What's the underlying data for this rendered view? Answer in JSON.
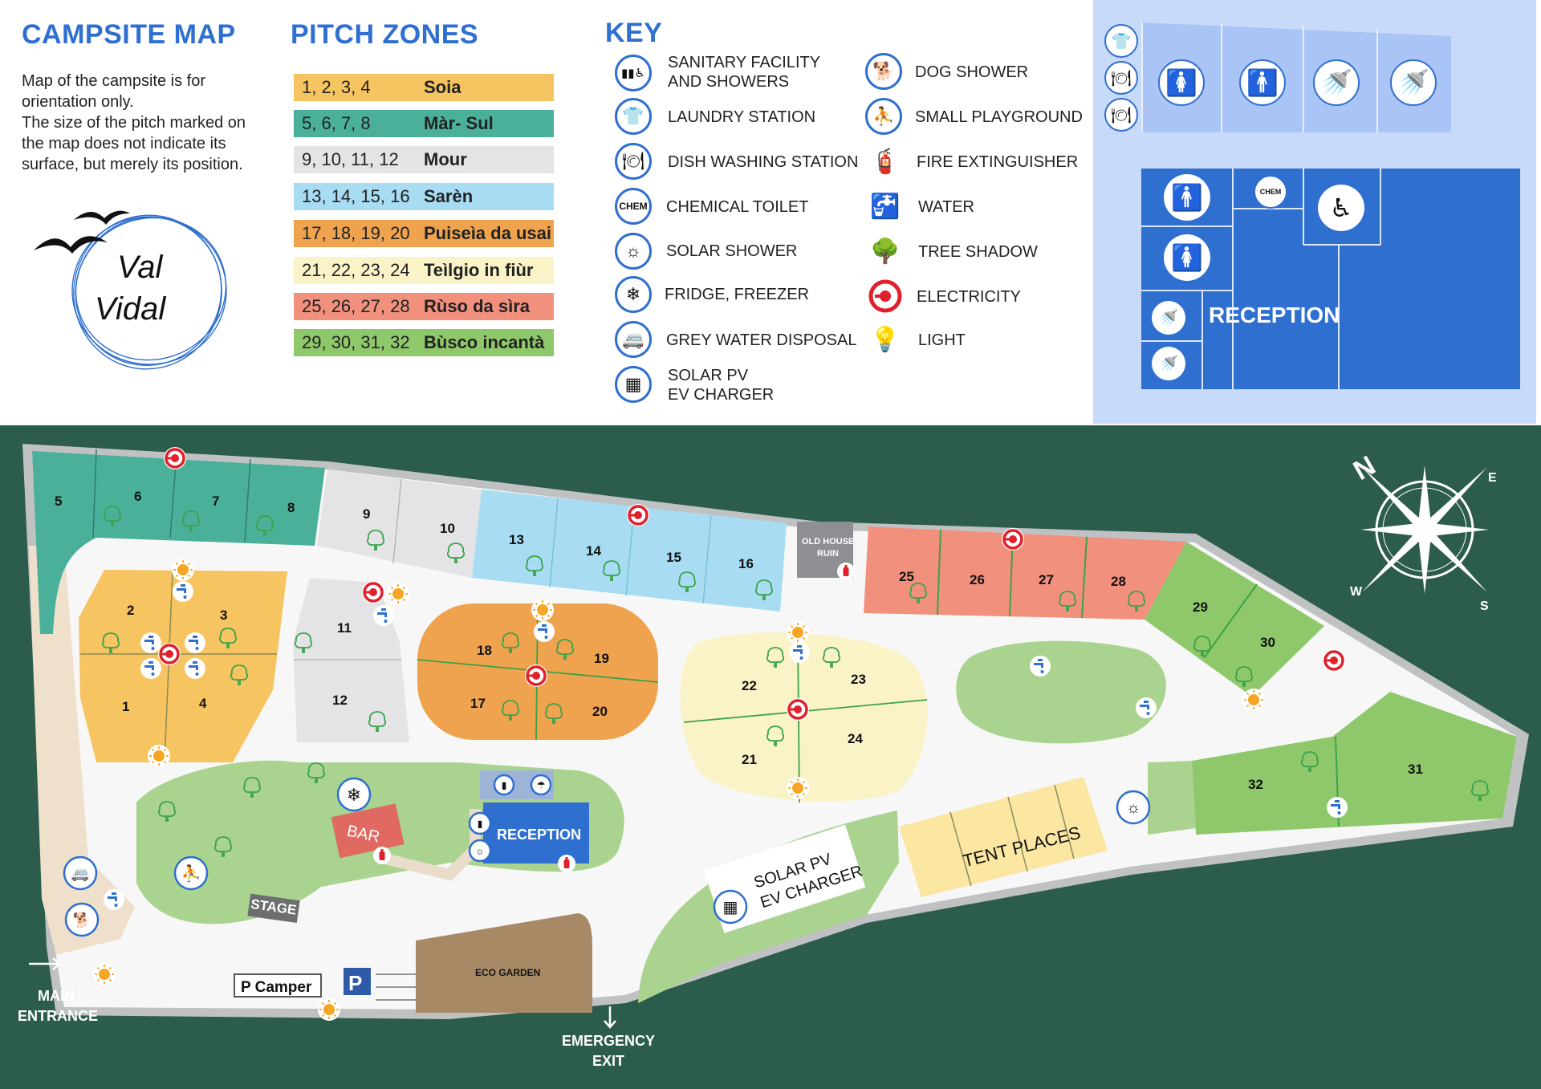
{
  "header": {
    "title": "CAMPSITE MAP",
    "intro_lines": [
      "Map of the campsite is for",
      "orientation only.",
      "The size of the pitch marked on",
      "the map does not indicate its",
      "surface, but merely its position."
    ],
    "logo_text_1": "Val",
    "logo_text_2": "Vidal"
  },
  "pitch_zones": {
    "title": "PITCH ZONES",
    "zones": [
      {
        "numbers": "1, 2, 3, 4",
        "name": "Soia",
        "color": "#f6c460"
      },
      {
        "numbers": "5, 6, 7, 8",
        "name": "Màr- Sul",
        "color": "#4bb09a"
      },
      {
        "numbers": "9, 10, 11, 12",
        "name": "Mour",
        "color": "#e4e4e6"
      },
      {
        "numbers": "13, 14, 15, 16",
        "name": "Sarèn",
        "color": "#a7dcf2"
      },
      {
        "numbers": "17, 18, 19, 20",
        "name": "Puiseìa da usai",
        "color": "#f0a34e"
      },
      {
        "numbers": "21, 22, 23, 24",
        "name": "Teìlgio in fiùr",
        "color": "#fbf3c8"
      },
      {
        "numbers": "25, 26, 27, 28",
        "name": "Rùso da sìra",
        "color": "#f2907e"
      },
      {
        "numbers": "29, 30, 31, 32",
        "name": "Bùsco incantà",
        "color": "#8fc86a"
      }
    ]
  },
  "key": {
    "title": "KEY",
    "left": [
      {
        "icon": "sanitary-icon",
        "label_1": "SANITARY FACILITY",
        "label_2": "AND SHOWERS"
      },
      {
        "icon": "laundry-icon",
        "label_1": "LAUNDRY STATION",
        "label_2": ""
      },
      {
        "icon": "dish-washing-icon",
        "label_1": "DISH WASHING STATION",
        "label_2": ""
      },
      {
        "icon": "chemical-toilet-icon",
        "label_1": "CHEMICAL TOILET",
        "label_2": ""
      },
      {
        "icon": "solar-shower-icon",
        "label_1": "SOLAR SHOWER",
        "label_2": ""
      },
      {
        "icon": "fridge-icon",
        "label_1": "FRIDGE, FREEZER",
        "label_2": ""
      },
      {
        "icon": "grey-water-icon",
        "label_1": "GREY WATER DISPOSAL",
        "label_2": ""
      },
      {
        "icon": "ev-charger-icon",
        "label_1": "SOLAR PV",
        "label_2": "EV CHARGER"
      }
    ],
    "right": [
      {
        "icon": "dog-shower-icon",
        "label": "DOG SHOWER"
      },
      {
        "icon": "playground-icon",
        "label": "SMALL PLAYGROUND"
      },
      {
        "icon": "fire-extinguisher-icon",
        "label": "FIRE EXTINGUISHER"
      },
      {
        "icon": "water-tap-icon",
        "label": "WATER"
      },
      {
        "icon": "tree-icon",
        "label": "TREE SHADOW"
      },
      {
        "icon": "electricity-icon",
        "label": "ELECTRICITY"
      },
      {
        "icon": "light-icon",
        "label": "LIGHT"
      }
    ]
  },
  "reception_plan": {
    "label": "RECEPTION"
  },
  "map": {
    "pitches": [
      "1",
      "2",
      "3",
      "4",
      "5",
      "6",
      "7",
      "8",
      "9",
      "10",
      "11",
      "12",
      "13",
      "14",
      "15",
      "16",
      "17",
      "18",
      "19",
      "20",
      "21",
      "22",
      "23",
      "24",
      "25",
      "26",
      "27",
      "28",
      "29",
      "30",
      "31",
      "32"
    ],
    "labels": {
      "old_house": "OLD HOUSE",
      "ruin": "RUIN",
      "bar": "BAR",
      "reception": "RECEPTION",
      "stage": "STAGE",
      "tent_places": "TENT PLACES",
      "solar_pv": "SOLAR PV",
      "ev_charger": "EV CHARGER",
      "eco_garden": "ECO GARDEN",
      "p_camper": "P Camper",
      "parking": "P",
      "main": "MAIN",
      "entrance": "ENTRANCE",
      "emergency": "EMERGENCY",
      "exit": "EXIT",
      "compass_n": "N",
      "compass_e": "E",
      "compass_s": "S",
      "compass_w": "W"
    }
  },
  "colors": {
    "accent_blue": "#2e6fd0",
    "forest": "#2c5c4c",
    "path_grey": "#bfc1c3",
    "grass": "#a9d38f",
    "sand": "#efe0cb",
    "electric_red": "#e0202a",
    "light_orange": "#f5a623",
    "tree_green": "#3ba24a"
  }
}
